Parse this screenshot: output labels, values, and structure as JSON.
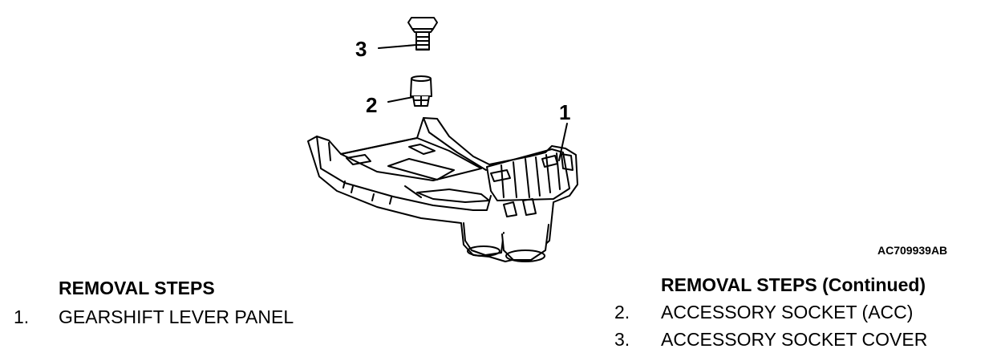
{
  "diagram": {
    "callouts": [
      "3",
      "2",
      "1"
    ],
    "figure_code": "AC709939AB"
  },
  "removal_steps": {
    "heading": "REMOVAL STEPS",
    "items": [
      {
        "num": "1.",
        "text": "GEARSHIFT LEVER PANEL"
      }
    ]
  },
  "removal_steps_continued": {
    "heading": "REMOVAL STEPS (Continued)",
    "items": [
      {
        "num": "2.",
        "text": "ACCESSORY SOCKET (ACC)"
      },
      {
        "num": "3.",
        "text": "ACCESSORY SOCKET COVER"
      }
    ]
  }
}
